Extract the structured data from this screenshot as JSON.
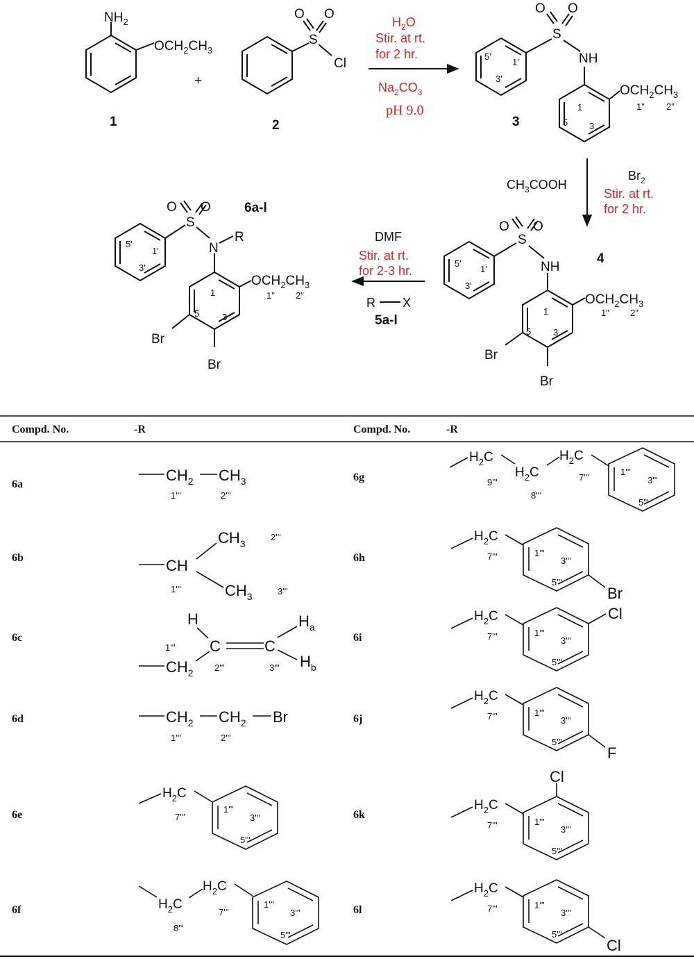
{
  "scheme": {
    "compound1": {
      "id": "1",
      "nh2": "NH",
      "nh2_sub": "2",
      "oet": "OCH",
      "oet_sub": "2",
      "oet_end": "CH",
      "oet_end_sub": "3"
    },
    "plus": "+",
    "compound2": {
      "id": "2",
      "o1": "O",
      "o2": "O",
      "s": "S",
      "cl": "Cl"
    },
    "step1": {
      "water": "H",
      "water_sub": "2",
      "water_end": "O",
      "stir": "Stir. at rt.",
      "time": "for 2 hr.",
      "base": "Na",
      "base_sub1": "2",
      "base_mid": "CO",
      "base_sub2": "3",
      "ph": "pH 9.0"
    },
    "compound3": {
      "id": "3",
      "o1": "O",
      "o2": "O",
      "s": "S",
      "nh": "NH",
      "oet": "OCH",
      "oet_sub": "2",
      "oet_end": "CH",
      "oet_end_sub": "3",
      "n5p": "5'",
      "n1p": "1'",
      "n3p": "3'",
      "n1": "1",
      "n5": "5",
      "n3": "3",
      "n1pp": "1\"",
      "n2pp": "2\""
    },
    "step2": {
      "solvent": "CH",
      "solvent_sub": "3",
      "solvent_end": "COOH",
      "reagent": "Br",
      "reagent_sub": "2",
      "stir": "Stir. at rt.",
      "time": "for 2 hr."
    },
    "compound4": {
      "id": "4",
      "o1": "O",
      "o2": "O",
      "s": "S",
      "nh": "NH",
      "oet": "OCH",
      "oet_sub": "2",
      "oet_end": "CH",
      "oet_end_sub": "3",
      "n5p": "5'",
      "n1p": "1'",
      "n3p": "3'",
      "n1": "1",
      "n5": "5",
      "n3": "3",
      "n1pp": "1\"",
      "n2pp": "2\"",
      "br1": "Br",
      "br2": "Br"
    },
    "step3": {
      "solvent": "DMF",
      "stir": "Stir. at rt.",
      "time": "for 2-3 hr.",
      "rx": "R",
      "rx_x": "X",
      "rx_id": "5a-l"
    },
    "compound6": {
      "id": "6a-l",
      "o1": "O",
      "o2": "O",
      "s": "S",
      "n": "N",
      "r": "R",
      "oet": "OCH",
      "oet_sub": "2",
      "oet_end": "CH",
      "oet_end_sub": "3",
      "n5p": "5'",
      "n1p": "1'",
      "n3p": "3'",
      "n1": "1",
      "n5": "5",
      "n3": "3",
      "n1pp": "1\"",
      "n2pp": "2\"",
      "br1": "Br",
      "br2": "Br"
    }
  },
  "table": {
    "headers": {
      "compd_left": "Compd. No.",
      "r_left": "-R",
      "compd_right": "Compd. No.",
      "r_right": "-R"
    },
    "rows_left": [
      {
        "id": "6a"
      },
      {
        "id": "6b"
      },
      {
        "id": "6c"
      },
      {
        "id": "6d"
      },
      {
        "id": "6e"
      },
      {
        "id": "6f"
      }
    ],
    "rows_right": [
      {
        "id": "6g"
      },
      {
        "id": "6h"
      },
      {
        "id": "6i"
      },
      {
        "id": "6j"
      },
      {
        "id": "6k"
      },
      {
        "id": "6l"
      }
    ],
    "r6a": {
      "ch2": "CH",
      "ch2_sub": "2",
      "ch3": "CH",
      "ch3_sub": "3",
      "n1": "1'''",
      "n2": "2'''"
    },
    "r6b": {
      "ch": "CH",
      "ch3a": "CH",
      "ch3a_sub": "3",
      "ch3b": "CH",
      "ch3b_sub": "3",
      "n1": "1'''",
      "n2": "2'''",
      "n3": "3'''"
    },
    "r6c": {
      "h": "H",
      "c1": "C",
      "c2": "C",
      "ha": "H",
      "ha_sub": "a",
      "hb": "H",
      "hb_sub": "b",
      "ch2": "CH",
      "ch2_sub": "2",
      "n1": "1'''",
      "n2": "2'''",
      "n3": "3'''"
    },
    "r6d": {
      "ch2a": "CH",
      "ch2a_sub": "2",
      "ch2b": "CH",
      "ch2b_sub": "2",
      "br": "Br",
      "n1": "1'''",
      "n2": "2'''"
    },
    "r6e": {
      "h2c": "H",
      "h2c_sub": "2",
      "h2c_end": "C",
      "n7": "7'''",
      "n1": "1'''",
      "n3": "3'''",
      "n5": "5'''"
    },
    "r6f": {
      "h2c_a": "H",
      "h2c_a_sub": "2",
      "h2c_a_end": "C",
      "h2c_b": "H",
      "h2c_b_sub": "2",
      "h2c_b_end": "C",
      "n8": "8'''",
      "n7": "7'''",
      "n1": "1'''",
      "n3": "3'''",
      "n5": "5'''"
    },
    "r6g": {
      "h2c_a": "H",
      "h2c_a_sub": "2",
      "h2c_a_end": "C",
      "h2c_b": "H",
      "h2c_b_sub": "2",
      "h2c_b_end": "C",
      "h2c_c": "H",
      "h2c_c_sub": "2",
      "h2c_c_end": "C",
      "n9": "9'''",
      "n8": "8'''",
      "n7": "7'''",
      "n1": "1'''",
      "n3": "3'''",
      "n5": "5'''"
    },
    "r6h": {
      "h2c": "H",
      "h2c_sub": "2",
      "h2c_end": "C",
      "n7": "7'''",
      "n1": "1'''",
      "n3": "3'''",
      "n5": "5'''",
      "x": "Br"
    },
    "r6i": {
      "h2c": "H",
      "h2c_sub": "2",
      "h2c_end": "C",
      "n7": "7'''",
      "n1": "1'''",
      "n3": "3'''",
      "n5": "5'''",
      "x": "Cl"
    },
    "r6j": {
      "h2c": "H",
      "h2c_sub": "2",
      "h2c_end": "C",
      "n7": "7'''",
      "n1": "1'''",
      "n3": "3'''",
      "n5": "5'''",
      "x": "F"
    },
    "r6k": {
      "h2c": "H",
      "h2c_sub": "2",
      "h2c_end": "C",
      "n7": "7'''",
      "n1": "1'''",
      "n3": "3'''",
      "n5": "5'''",
      "x": "Cl"
    },
    "r6l": {
      "h2c": "H",
      "h2c_sub": "2",
      "h2c_end": "C",
      "n7": "7'''",
      "n1": "1'''",
      "n3": "3'''",
      "n5": "5'''",
      "x": "Cl"
    }
  }
}
